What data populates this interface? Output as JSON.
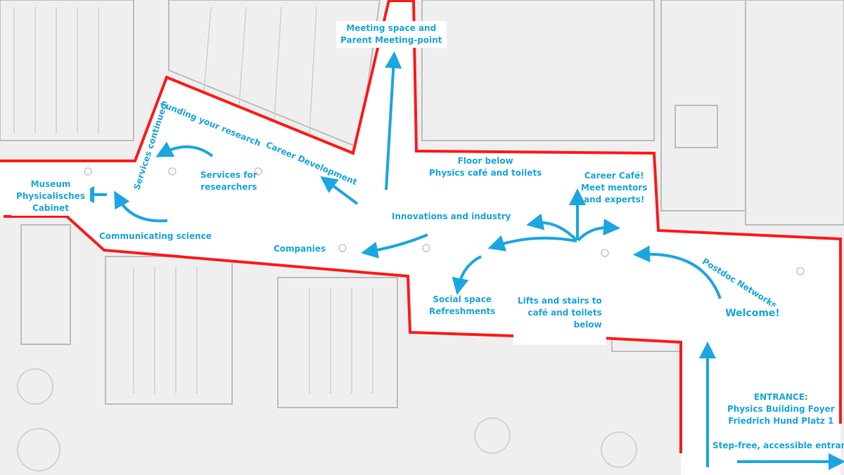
{
  "title": "Floor plan: Physics Building Foyer event route",
  "colors": {
    "route": "#1ba6e2",
    "boundary": "#ff1a1a",
    "plan": "#b8b8b8",
    "walkway": "#ffffff"
  },
  "labels": {
    "meeting_space": [
      "Meeting space and",
      "Parent Meeting-point"
    ],
    "funding": "Funding your research",
    "services_continued": "Services continued",
    "career_development": "Career Development",
    "services_researchers": [
      "Services for",
      "researchers"
    ],
    "museum": [
      "Museum",
      "Physicalisches",
      "Cabinet"
    ],
    "communicating": "Communicating science",
    "companies": "Companies",
    "innovations": "Innovations and industry",
    "floor_below": [
      "Floor below",
      "Physics café and toilets"
    ],
    "career_cafe": [
      "Career Café!",
      "Meet mentors",
      "and experts!"
    ],
    "social_space": [
      "Social space",
      "Refreshments"
    ],
    "lifts": [
      "Lifts and stairs to",
      "café and toilets",
      "below"
    ],
    "postdoc": "Postdoc Networks",
    "welcome": "Welcome!",
    "entrance": [
      "ENTRANCE:",
      "Physics Building Foyer",
      "Friedrich Hund Platz 1"
    ],
    "step_free": "Step-free, accessible entrance"
  }
}
